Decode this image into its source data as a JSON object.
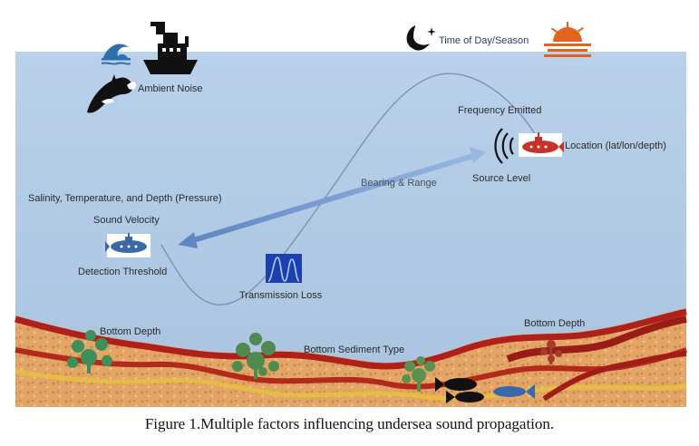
{
  "labels": {
    "ambient_noise": "Ambient Noise",
    "time_of_day": "Time of Day/Season",
    "frequency_emitted": "Frequency Emitted",
    "location": "Location (lat/lon/depth)",
    "source_level": "Source Level",
    "bearing_range": "Bearing & Range",
    "salinity": "Salinity, Temperature, and Depth (Pressure)",
    "sound_velocity": "Sound Velocity",
    "detection_threshold": "Detection Threshold",
    "transmission_loss": "Transmission Loss",
    "bottom_depth_left": "Bottom Depth",
    "bottom_depth_right": "Bottom Depth",
    "bottom_sediment": "Bottom Sediment Type"
  },
  "caption": {
    "figure_number": "Figure 1.",
    "text": "Multiple factors influencing undersea sound propagation."
  },
  "icons": [
    "wave-icon",
    "ship-icon",
    "orca-icon",
    "moon-icon",
    "sunset-icon",
    "sound-waves-icon",
    "source-submarine-icon",
    "receiver-submarine-icon",
    "transmission-loss-icon",
    "coral-icon",
    "fish-icon"
  ],
  "colors": {
    "ocean": "#b4cde6",
    "seabed_sand": "#e4a868",
    "seabed_red": "#b0201a",
    "arrow": "#6f93cc",
    "submarine_source": "#c8322a",
    "submarine_receiver": "#3a68a8"
  }
}
